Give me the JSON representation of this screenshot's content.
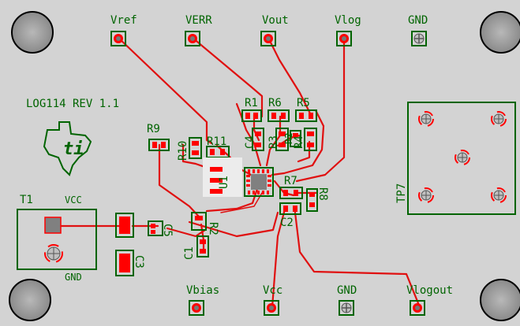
{
  "board": {
    "title": "LOG114 REV 1.1"
  },
  "test_points": {
    "top": [
      "Vref",
      "VERR",
      "Vout",
      "Vlog",
      "GND"
    ],
    "bottom": [
      "Vbias",
      "Vcc",
      "GND",
      "Vlogout"
    ]
  },
  "components": {
    "r1": "R1",
    "r6": "R6",
    "r5": "R5",
    "r9": "R9",
    "r10": "R10",
    "r11": "R11",
    "c4": "C4",
    "r3": "R3",
    "r4": "R4",
    "r8": "R8",
    "c2": "C2",
    "c1": "C1",
    "c3": "C3",
    "u1": "U1",
    "r2": "R2",
    "r7": "R7",
    "c5": "C5",
    "tp7": "TP7",
    "t1": "T1",
    "t1_vcc": "VCC",
    "t1_gnd": "GND"
  },
  "colors": {
    "board": "#d3d3d3",
    "silkscreen": "#006400",
    "trace": "#e01010",
    "copper_pad": "#ff0000",
    "mount_hole": "#a0a0a0"
  }
}
